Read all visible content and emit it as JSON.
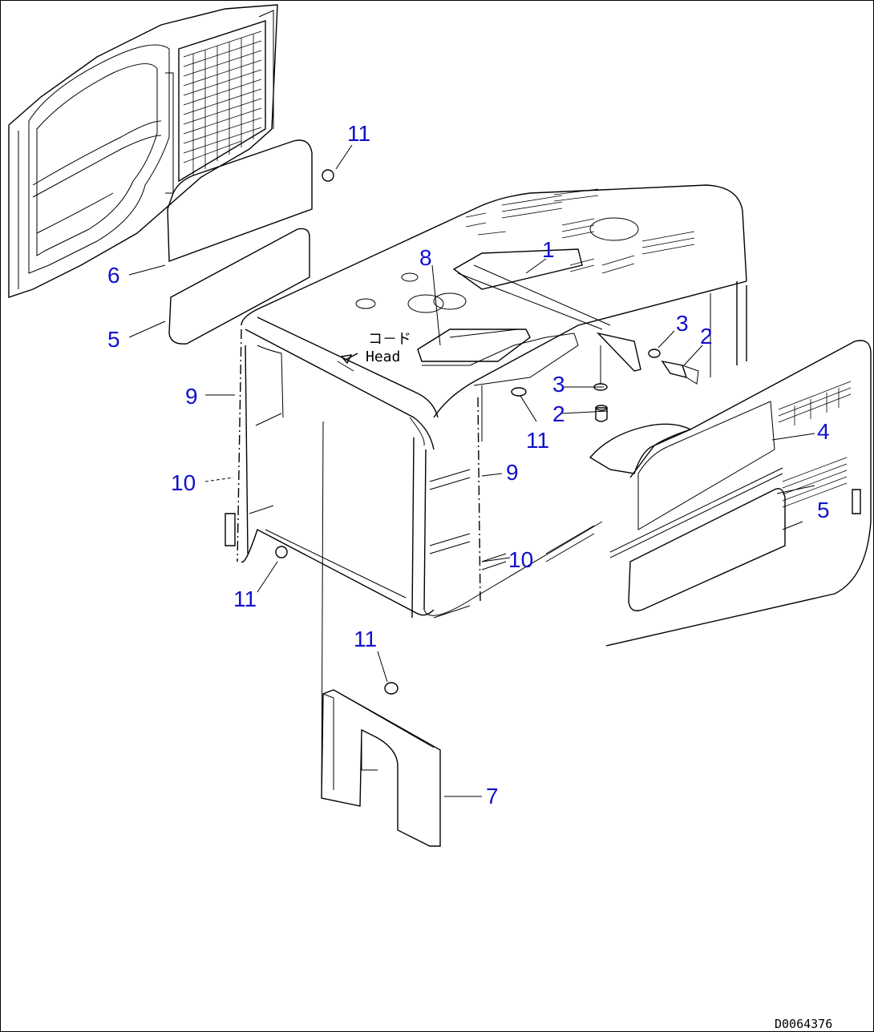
{
  "diagram": {
    "callouts": [
      {
        "id": "c1",
        "label": "1"
      },
      {
        "id": "c2a",
        "label": "2"
      },
      {
        "id": "c2b",
        "label": "2"
      },
      {
        "id": "c3a",
        "label": "3"
      },
      {
        "id": "c3b",
        "label": "3"
      },
      {
        "id": "c4",
        "label": "4"
      },
      {
        "id": "c5a",
        "label": "5"
      },
      {
        "id": "c5b",
        "label": "5"
      },
      {
        "id": "c6",
        "label": "6"
      },
      {
        "id": "c7",
        "label": "7"
      },
      {
        "id": "c8",
        "label": "8"
      },
      {
        "id": "c9a",
        "label": "9"
      },
      {
        "id": "c9b",
        "label": "9"
      },
      {
        "id": "c10a",
        "label": "10"
      },
      {
        "id": "c10b",
        "label": "10"
      },
      {
        "id": "c11a",
        "label": "11"
      },
      {
        "id": "c11b",
        "label": "11"
      },
      {
        "id": "c11c",
        "label": "11"
      },
      {
        "id": "c11d",
        "label": "11"
      }
    ],
    "annotation_line1": "コ－ド",
    "annotation_line2": "Head",
    "document_id": "D0064376",
    "colors": {
      "callout": "#1010cc",
      "line": "#000000",
      "background": "#ffffff"
    }
  }
}
